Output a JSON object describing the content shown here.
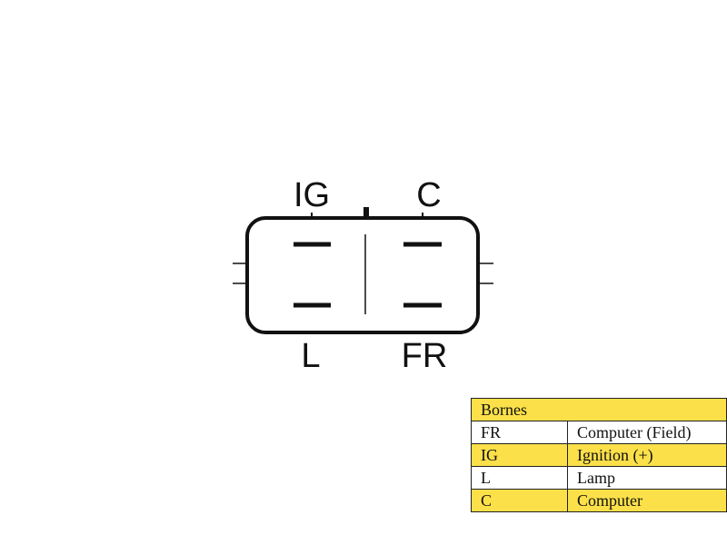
{
  "connector": {
    "pins": [
      {
        "code": "IG"
      },
      {
        "code": "C"
      },
      {
        "code": "L"
      },
      {
        "code": "FR"
      }
    ]
  },
  "legend": {
    "title": "Bornes",
    "rows": [
      {
        "code": "FR",
        "description": "Computer (Field)"
      },
      {
        "code": "IG",
        "description": "Ignition (+)"
      },
      {
        "code": "L",
        "description": "Lamp"
      },
      {
        "code": "C",
        "description": "Computer"
      }
    ],
    "highlight_color": "#fbe049"
  }
}
